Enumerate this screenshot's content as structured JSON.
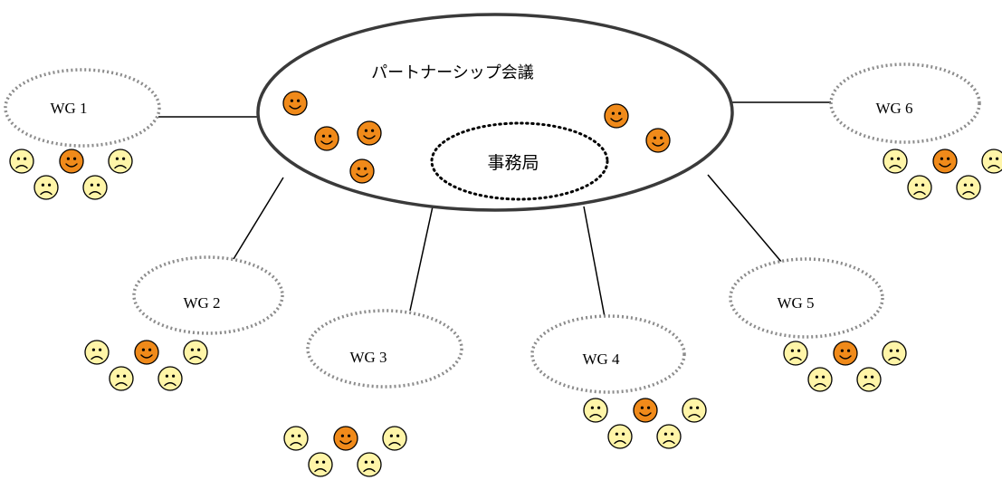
{
  "diagram": {
    "main_body": {
      "label": "パートナーシップ会議"
    },
    "secretariat": {
      "label": "事務局"
    },
    "working_groups": [
      {
        "id": "wg1",
        "label": "WG 1"
      },
      {
        "id": "wg2",
        "label": "WG 2"
      },
      {
        "id": "wg3",
        "label": "WG 3"
      },
      {
        "id": "wg4",
        "label": "WG 4"
      },
      {
        "id": "wg5",
        "label": "WG 5"
      },
      {
        "id": "wg6",
        "label": "WG 6"
      }
    ],
    "face_types": {
      "happy": {
        "icon": "happy-face-icon",
        "fill": "#F08A1A"
      },
      "sad": {
        "icon": "sad-face-icon",
        "fill": "#FFF5A8"
      }
    }
  }
}
